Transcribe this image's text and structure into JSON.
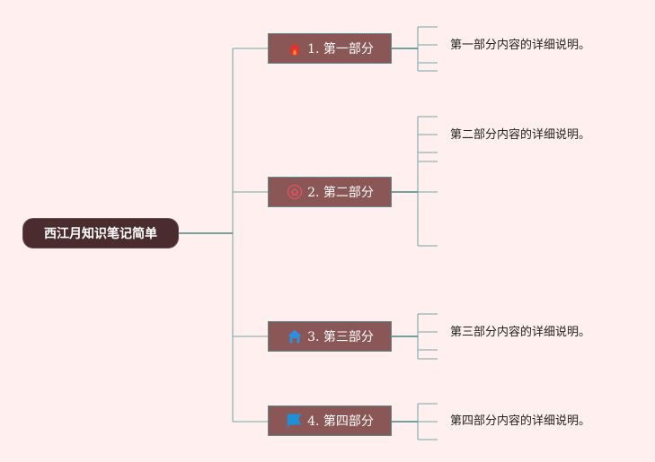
{
  "root": {
    "label": "西江月知识笔记简单"
  },
  "branches": [
    {
      "label": "1. 第一部分",
      "icon": "fire-icon",
      "icon_color": "#e8312c",
      "detail": "第一部分内容的详细说明。"
    },
    {
      "label": "2. 第二部分",
      "icon": "house-outline-icon",
      "icon_color": "#e05460",
      "detail": "第二部分内容的详细说明。"
    },
    {
      "label": "3. 第三部分",
      "icon": "house-icon",
      "icon_color": "#2f8fdc",
      "detail": "第三部分内容的详细说明。"
    },
    {
      "label": "4. 第四部分",
      "icon": "flag-icon",
      "icon_color": "#1f8fd6",
      "detail": "第四部分内容的详细说明。"
    }
  ],
  "colors": {
    "background": "#fff0ef",
    "root_fill": "#4a2b2e",
    "branch_fill": "#8b5656",
    "connector": "#8fb3b3"
  }
}
